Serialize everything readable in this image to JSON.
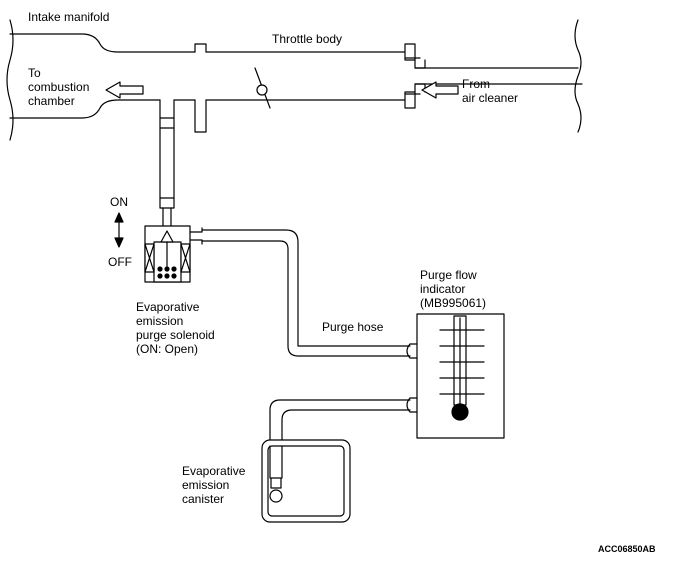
{
  "labels": {
    "intake_manifold": "Intake manifold",
    "throttle_body": "Throttle body",
    "to_combustion": [
      "To",
      "combustion",
      "chamber"
    ],
    "from_air_cleaner": [
      "From",
      "air cleaner"
    ],
    "on": "ON",
    "off": "OFF",
    "solenoid": [
      "Evaporative",
      "emission",
      "purge solenoid",
      "(ON: Open)"
    ],
    "purge_hose": "Purge hose",
    "flow_indicator": [
      "Purge flow",
      "indicator",
      "(MB995061)"
    ],
    "canister": [
      "Evaporative",
      "emission",
      "canister"
    ],
    "figure_code": "ACC06850AB"
  },
  "colors": {
    "line": "#000000",
    "background": "#ffffff"
  }
}
